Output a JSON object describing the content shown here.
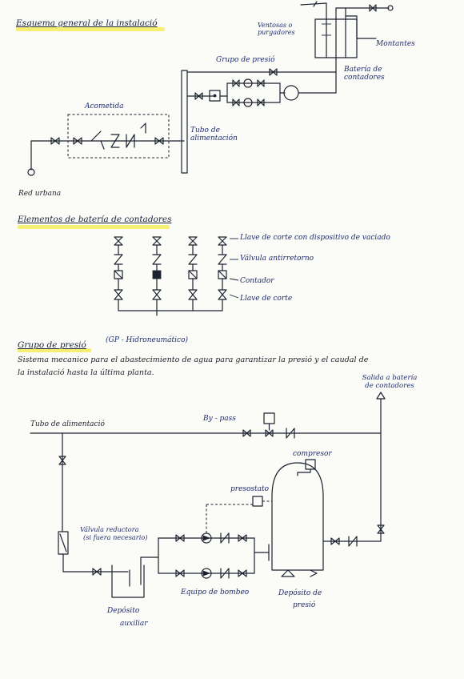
{
  "sections": {
    "general": {
      "title": "Esquema general de la instalació",
      "labels": {
        "acometida": "Acometida",
        "red_urbana": "Red urbana",
        "grupo_presion": "Grupo de presió",
        "tubo_alimentacion": "Tubo de alimentación",
        "montantes": "Montantes",
        "ventosas": "Ventosas o purgadores",
        "bateria_contadores": "Batería de contadores"
      }
    },
    "bateria": {
      "title": "Elementos de batería de contadores",
      "legend": [
        "Llave de corte con dispositivo de vaciado",
        "Válvula antirretorno",
        "Contador",
        "Llave de corte"
      ]
    },
    "grupo": {
      "title": "Grupo de presió",
      "title_note": "(GP - Hidroneumático)",
      "description_line1": "Sistema mecanico para el abastecimiento de agua para garantizar la presió y el caudal de",
      "description_line2": "la instalació hasta la última planta.",
      "labels": {
        "tubo_alimentacion": "Tubo de alimentació",
        "bypass": "By - pass",
        "salida_bateria": "Salida a batería de contadores",
        "compresor": "compresor",
        "presostato": "presostato",
        "valvula_reductora_l1": "Válvula reductora",
        "valvula_reductora_l2": "(si fuera necesario)",
        "deposito_auxiliar_l1": "Depósito",
        "deposito_auxiliar_l2": "auxiliar",
        "equipo_bombeo": "Equipo de bombeo",
        "deposito_presion_l1": "Depósito de",
        "deposito_presion_l2": "presió"
      }
    }
  },
  "colors": {
    "ink": "#1c2230",
    "text": "#1e2a6e",
    "highlight": "#f4ec5a",
    "paper": "#fbfbf8"
  }
}
